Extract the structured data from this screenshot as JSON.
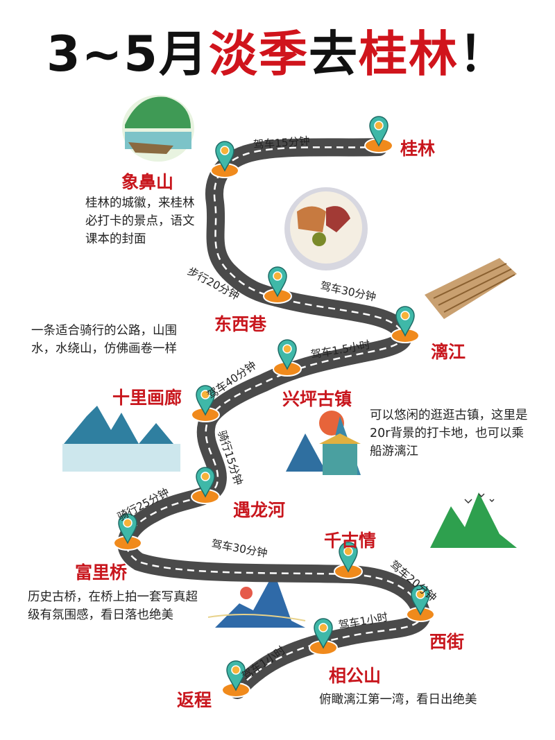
{
  "title": {
    "part1": "3~5月",
    "part2": "淡季",
    "part3": "去",
    "part4": "桂林",
    "part5": "！"
  },
  "colors": {
    "accent": "#d0141c",
    "road": "#4a4a4a",
    "pin": "#3fb8a8",
    "pin_base": "#f08a1c"
  },
  "stops": [
    {
      "name": "桂林"
    },
    {
      "name": "象鼻山",
      "desc": "桂林的城徽，来桂林必打卡的景点，语文课本的封面"
    },
    {
      "name": "东西巷"
    },
    {
      "name": "漓江"
    },
    {
      "name": "兴坪古镇",
      "desc": "可以悠闲的逛逛古镇，这里是20r背景的打卡地，也可以乘船游漓江"
    },
    {
      "name": "十里画廊",
      "desc": "一条适合骑行的公路，山围水，水绕山，仿佛画卷一样"
    },
    {
      "name": "遇龙河"
    },
    {
      "name": "富里桥",
      "desc": "历史古桥，在桥上拍一套写真超级有氛围感，看日落也绝美"
    },
    {
      "name": "千古情"
    },
    {
      "name": "西街"
    },
    {
      "name": "相公山",
      "desc": "俯瞰漓江第一湾，看日出绝美"
    },
    {
      "name": "返程"
    }
  ],
  "routes": [
    "驾车15分钟",
    "步行20分钟",
    "驾车30分钟",
    "驾车1.5小时",
    "驾车40分钟",
    "骑行15分钟",
    "骑行25分钟",
    "驾车30分钟",
    "驾车20分钟",
    "驾车1小时",
    "驾车1小时"
  ]
}
